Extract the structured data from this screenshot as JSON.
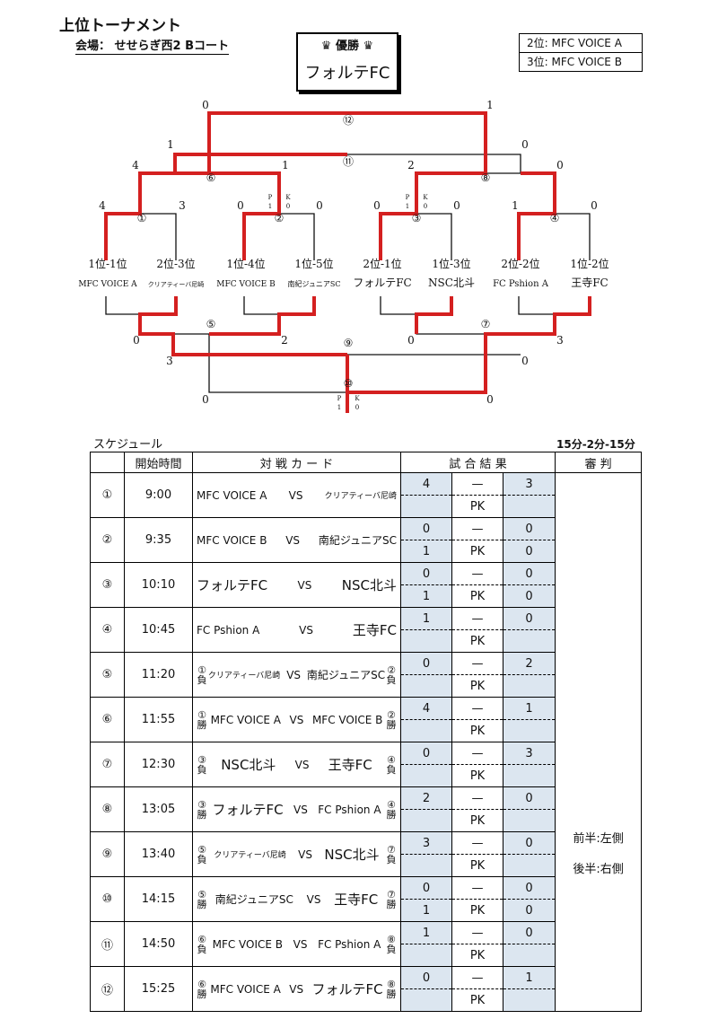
{
  "header": {
    "title": "上位トーナメント",
    "venue": "会場： せせらぎ西2 Bコート",
    "champion_label": "優勝",
    "champion": "フォルテFC",
    "second": "2位: MFC VOICE A",
    "third": "3位: MFC VOICE B"
  },
  "bracket": {
    "seeds": [
      "1位-1位",
      "2位-3位",
      "1位-4位",
      "1位-5位",
      "2位-1位",
      "1位-3位",
      "2位-2位",
      "1位-2位"
    ],
    "teams": [
      "MFC VOICE A",
      "クリアティーバ尼崎",
      "MFC VOICE B",
      "南紀ジュニアSC",
      "フォルテFC",
      "NSC北斗",
      "FC Pshion A",
      "王寺FC"
    ],
    "match_ids": [
      "①",
      "②",
      "③",
      "④",
      "⑤",
      "⑥",
      "⑦",
      "⑧",
      "⑨",
      "⑩",
      "⑪",
      "⑫"
    ],
    "scores": {
      "m1": [
        "4",
        "3"
      ],
      "m2": [
        "0",
        "0"
      ],
      "m3": [
        "0",
        "0"
      ],
      "m4": [
        "1",
        "0"
      ],
      "m6": [
        "4",
        "1"
      ],
      "m8": [
        "2",
        "0"
      ],
      "m11": [
        "1",
        "0"
      ],
      "m12": [
        "0",
        "1"
      ],
      "m5": [
        "0",
        "2"
      ],
      "m7": [
        "0",
        "3"
      ],
      "m9": [
        "3",
        "0"
      ],
      "m10": [
        "0",
        "0"
      ]
    },
    "pk_label": "P",
    "pk_label2": "K",
    "pk_m2": [
      "1",
      "0"
    ],
    "pk_m3": [
      "1",
      "0"
    ],
    "pk_m10": [
      "1",
      "0"
    ]
  },
  "schedule": {
    "label": "スケジュール",
    "format": "15分-2分-15分",
    "headers": [
      "開始時間",
      "対 戦 カ ー ド",
      "試 合 結 果",
      "審 判"
    ],
    "dash": "—",
    "pk": "PK",
    "vs": "VS",
    "referee": [
      "前半:左側",
      "後半:右側"
    ],
    "rows": [
      {
        "no": "①",
        "time": "9:00",
        "lq": "",
        "lr": "",
        "left": "MFC VOICE A",
        "right": "クリアティーバ尼崎",
        "rq": "",
        "rr": "",
        "s1": "4",
        "s2": "3",
        "p1": "",
        "p2": ""
      },
      {
        "no": "②",
        "time": "9:35",
        "lq": "",
        "lr": "",
        "left": "MFC VOICE B",
        "right": "南紀ジュニアSC",
        "rq": "",
        "rr": "",
        "s1": "0",
        "s2": "0",
        "p1": "1",
        "p2": "0"
      },
      {
        "no": "③",
        "time": "10:10",
        "lq": "",
        "lr": "",
        "left": "フォルテFC",
        "right": "NSC北斗",
        "rq": "",
        "rr": "",
        "s1": "0",
        "s2": "0",
        "p1": "1",
        "p2": "0"
      },
      {
        "no": "④",
        "time": "10:45",
        "lq": "",
        "lr": "",
        "left": "FC Pshion A",
        "right": "王寺FC",
        "rq": "",
        "rr": "",
        "s1": "1",
        "s2": "0",
        "p1": "",
        "p2": ""
      },
      {
        "no": "⑤",
        "time": "11:20",
        "lq": "①",
        "lr": "負",
        "left": "クリアティーバ尼崎",
        "right": "南紀ジュニアSC",
        "rq": "②",
        "rr": "負",
        "s1": "0",
        "s2": "2",
        "p1": "",
        "p2": ""
      },
      {
        "no": "⑥",
        "time": "11:55",
        "lq": "①",
        "lr": "勝",
        "left": "MFC VOICE A",
        "right": "MFC VOICE B",
        "rq": "②",
        "rr": "勝",
        "s1": "4",
        "s2": "1",
        "p1": "",
        "p2": ""
      },
      {
        "no": "⑦",
        "time": "12:30",
        "lq": "③",
        "lr": "負",
        "left": "NSC北斗",
        "right": "王寺FC",
        "rq": "④",
        "rr": "負",
        "s1": "0",
        "s2": "3",
        "p1": "",
        "p2": ""
      },
      {
        "no": "⑧",
        "time": "13:05",
        "lq": "③",
        "lr": "勝",
        "left": "フォルテFC",
        "right": "FC Pshion A",
        "rq": "④",
        "rr": "勝",
        "s1": "2",
        "s2": "0",
        "p1": "",
        "p2": ""
      },
      {
        "no": "⑨",
        "time": "13:40",
        "lq": "⑤",
        "lr": "負",
        "left": "クリアティーバ尼崎",
        "right": "NSC北斗",
        "rq": "⑦",
        "rr": "負",
        "s1": "3",
        "s2": "0",
        "p1": "",
        "p2": ""
      },
      {
        "no": "⑩",
        "time": "14:15",
        "lq": "⑤",
        "lr": "勝",
        "left": "南紀ジュニアSC",
        "right": "王寺FC",
        "rq": "⑦",
        "rr": "勝",
        "s1": "0",
        "s2": "0",
        "p1": "1",
        "p2": "0"
      },
      {
        "no": "⑪",
        "time": "14:50",
        "lq": "⑥",
        "lr": "負",
        "left": "MFC VOICE B",
        "right": "FC Pshion A",
        "rq": "⑧",
        "rr": "負",
        "s1": "1",
        "s2": "0",
        "p1": "",
        "p2": ""
      },
      {
        "no": "⑫",
        "time": "15:25",
        "lq": "⑥",
        "lr": "勝",
        "left": "MFC VOICE A",
        "right": "フォルテFC",
        "rq": "⑧",
        "rr": "勝",
        "s1": "0",
        "s2": "1",
        "p1": "",
        "p2": ""
      }
    ]
  },
  "colors": {
    "winner_line": "#d42020",
    "line": "#111111",
    "score_bg": "#dce6f0"
  }
}
